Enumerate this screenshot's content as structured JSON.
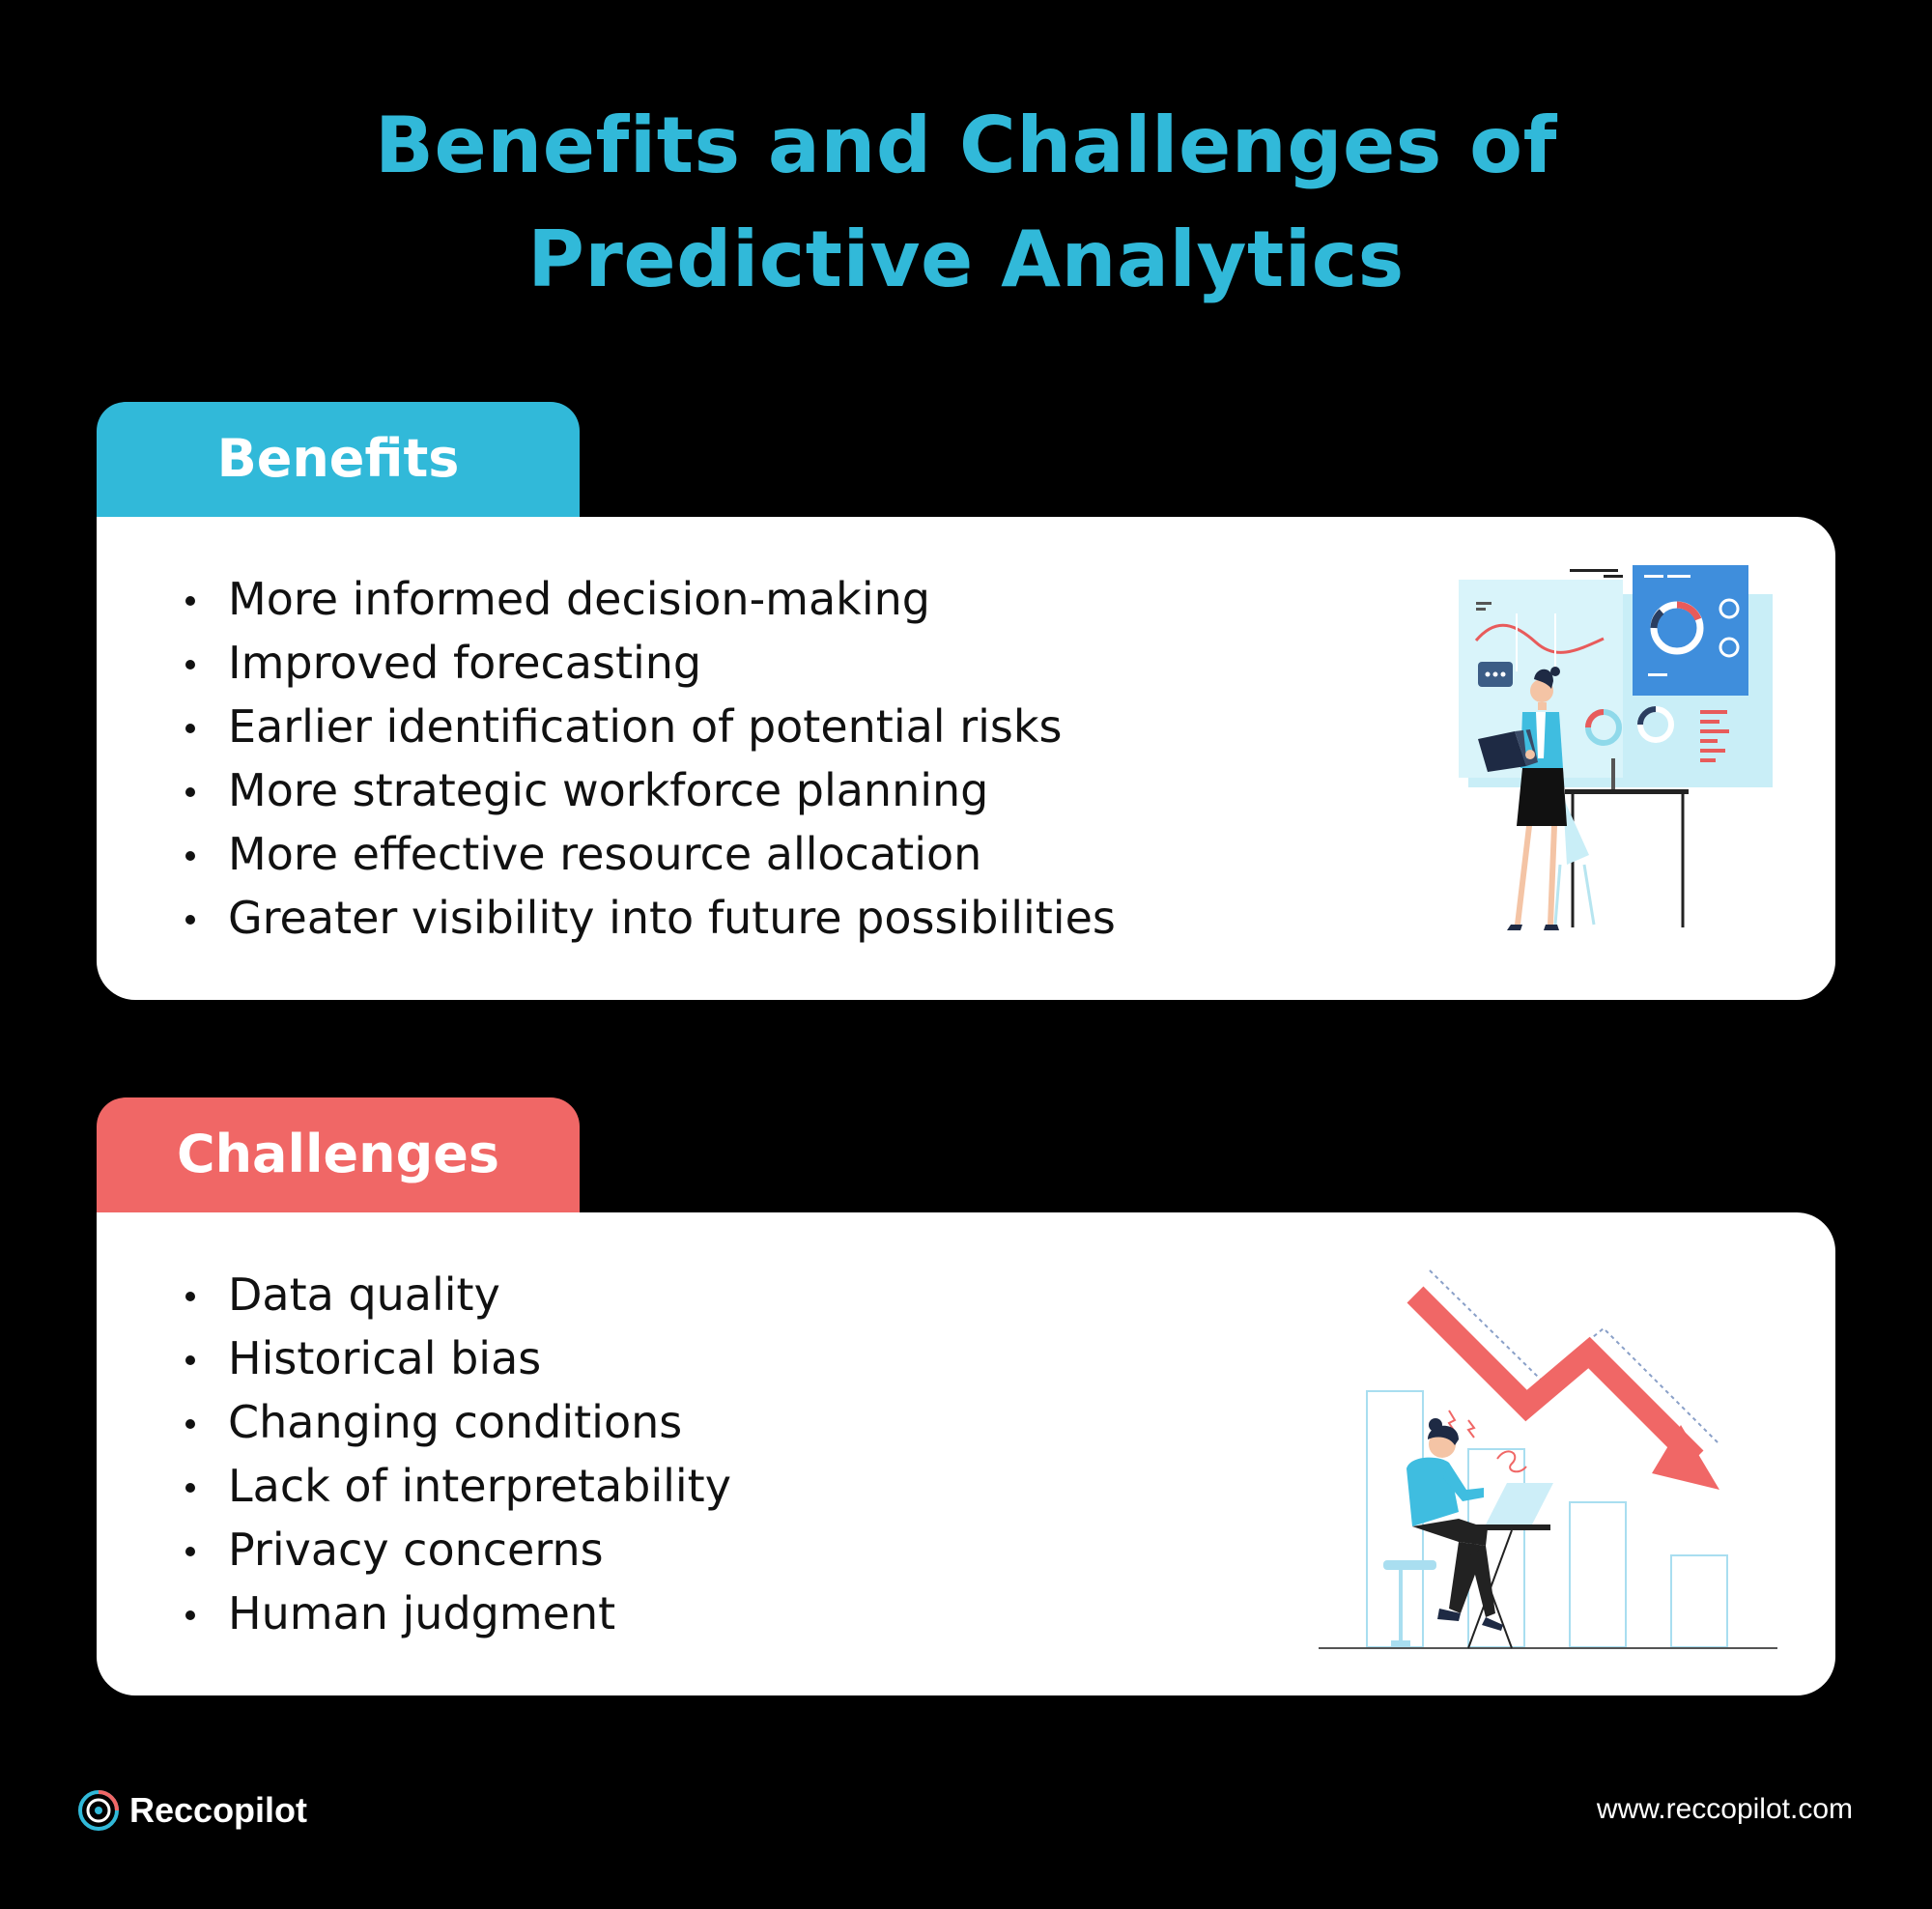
{
  "title": {
    "line1": "Benefits and Challenges of",
    "line2": "Predictive Analytics"
  },
  "benefits": {
    "heading": "Benefits",
    "items": [
      "More informed decision-making",
      "Improved forecasting",
      "Earlier identification of potential risks",
      "More strategic workforce planning",
      "More effective resource allocation",
      "Greater visibility into future possibilities"
    ]
  },
  "challenges": {
    "heading": "Challenges",
    "items": [
      "Data quality",
      "Historical bias",
      "Changing conditions",
      "Lack of interpretability",
      "Privacy concerns",
      "Human judgment"
    ]
  },
  "footer": {
    "brand": "Reccopilot",
    "url": "www.reccopilot.com"
  },
  "colors": {
    "background": "#000000",
    "accent_blue": "#31b9d9",
    "accent_red": "#f06766",
    "panel": "#ffffff",
    "text": "#111111"
  },
  "icons": {
    "benefits_illustration": "woman-with-laptop-dashboard-illustration",
    "challenges_illustration": "stressed-person-falling-chart-illustration",
    "logo": "reccopilot-logo-icon"
  }
}
